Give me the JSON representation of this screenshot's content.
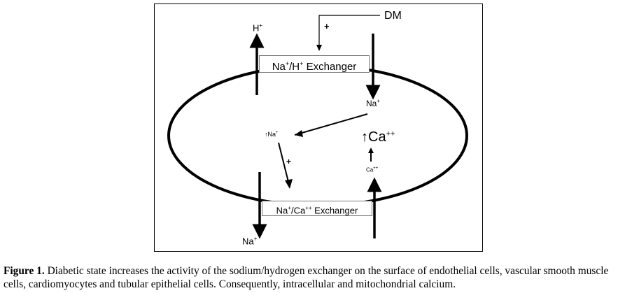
{
  "diagram": {
    "dm_label": "DM",
    "plus_top": "+",
    "plus_mid": "+",
    "h_label": "H",
    "h_sup": "+",
    "na_h_box": {
      "na": "Na",
      "na_sup": "+",
      "sep": "/H",
      "h_sup": "+",
      "rest": " Exchanger"
    },
    "na_right": {
      "text": "Na",
      "sup": "+"
    },
    "na_small": {
      "arrow": "↑",
      "text": "Na",
      "sup": "+"
    },
    "ca_big": {
      "arrow": "↑",
      "text": "Ca",
      "sup": "++"
    },
    "ca_small": {
      "text": "Ca",
      "sup": "++"
    },
    "na_ca_box": {
      "na": "Na",
      "na_sup": "+",
      "sep": "/Ca",
      "ca_sup": "++",
      "rest": " Exchanger"
    },
    "na_bottom": {
      "text": "Na",
      "sup": "+"
    }
  },
  "caption": {
    "label": "Figure 1.",
    "text": " Diabetic state increases the activity of the sodium/hydrogen exchanger on the surface of endothelial cells, vascular smooth muscle cells, cardiomyocytes and tubular epithelial cells. Consequently, intracellular and mitochondrial calcium."
  }
}
